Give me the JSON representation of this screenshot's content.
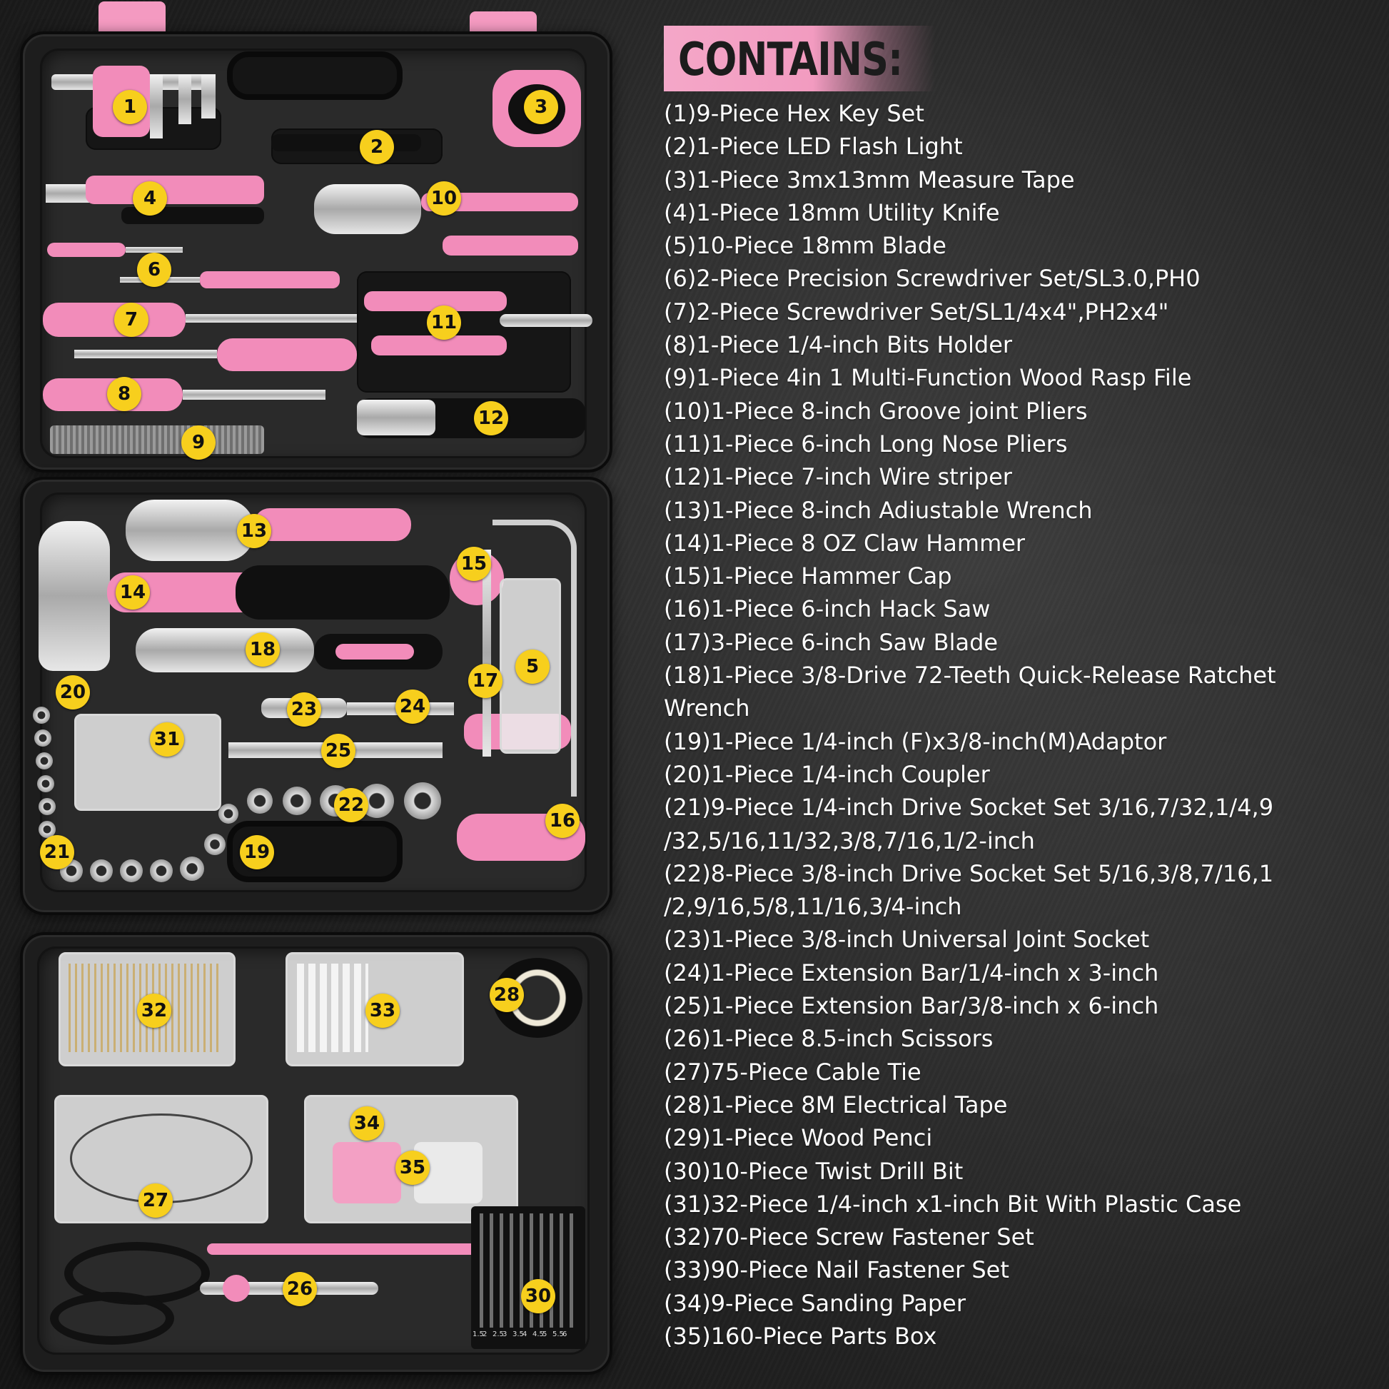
{
  "header": {
    "title": "CONTAINS:"
  },
  "contents": [
    "(1)9-Piece Hex Key Set",
    "(2)1-Piece LED Flash Light",
    "(3)1-Piece 3mx13mm Measure Tape",
    "(4)1-Piece 18mm Utility Knife",
    "(5)10-Piece 18mm Blade",
    "(6)2-Piece Precision Screwdriver Set/SL3.0,PH0",
    "(7)2-Piece Screwdriver Set/SL1/4x4\",PH2x4\"",
    "(8)1-Piece 1/4-inch Bits Holder",
    "(9)1-Piece 4in 1 Multi-Function Wood Rasp File",
    "(10)1-Piece 8-inch Groove joint Pliers",
    "(11)1-Piece 6-inch Long Nose Pliers",
    "(12)1-Piece 7-inch Wire striper",
    "(13)1-Piece 8-inch Adiustable Wrench",
    "(14)1-Piece 8 OZ Claw Hammer",
    "(15)1-Piece Hammer Cap",
    "(16)1-Piece 6-inch Hack Saw",
    "(17)3-Piece 6-inch Saw Blade",
    "(18)1-Piece 3/8-Drive 72-Teeth Quick-Release Ratchet",
    "Wrench",
    "(19)1-Piece 1/4-inch (F)x3/8-inch(M)Adaptor",
    "(20)1-Piece 1/4-inch Coupler",
    "(21)9-Piece 1/4-inch Drive Socket Set 3/16,7/32,1/4,9",
    "/32,5/16,11/32,3/8,7/16,1/2-inch",
    "(22)8-Piece 3/8-inch Drive Socket Set 5/16,3/8,7/16,1",
    "/2,9/16,5/8,11/16,3/4-inch",
    "(23)1-Piece 3/8-inch Universal Joint Socket",
    "(24)1-Piece Extension Bar/1/4-inch x 3-inch",
    "(25)1-Piece Extension Bar/3/8-inch x 6-inch",
    "(26)1-Piece 8.5-inch Scissors",
    "(27)75-Piece Cable Tie",
    "(28)1-Piece 8M Electrical Tape",
    "(29)1-Piece Wood Penci",
    "(30)10-Piece Twist Drill Bit",
    "(31)32-Piece 1/4-inch x1-inch Bit With Plastic Case",
    "(32)70-Piece Screw Fastener Set",
    "(33)90-Piece Nail Fastener Set",
    "(34)9-Piece Sanding Paper",
    "(35)160-Piece Parts Box"
  ],
  "callouts": [
    "1",
    "2",
    "3",
    "4",
    "5",
    "6",
    "7",
    "8",
    "9",
    "10",
    "11",
    "12",
    "13",
    "14",
    "15",
    "16",
    "17",
    "18",
    "19",
    "20",
    "21",
    "22",
    "23",
    "24",
    "25",
    "26",
    "27",
    "28",
    "30",
    "31",
    "32",
    "33",
    "34",
    "35"
  ],
  "drill_sizes": [
    "1.5",
    "2",
    "2.5",
    "3",
    "3.5",
    "4",
    "4.5",
    "5",
    "5.5",
    "6"
  ],
  "colors": {
    "accent_pink": "#f28cba",
    "badge_yellow": "#f7cf1d",
    "case_black": "#1d1d1d"
  }
}
